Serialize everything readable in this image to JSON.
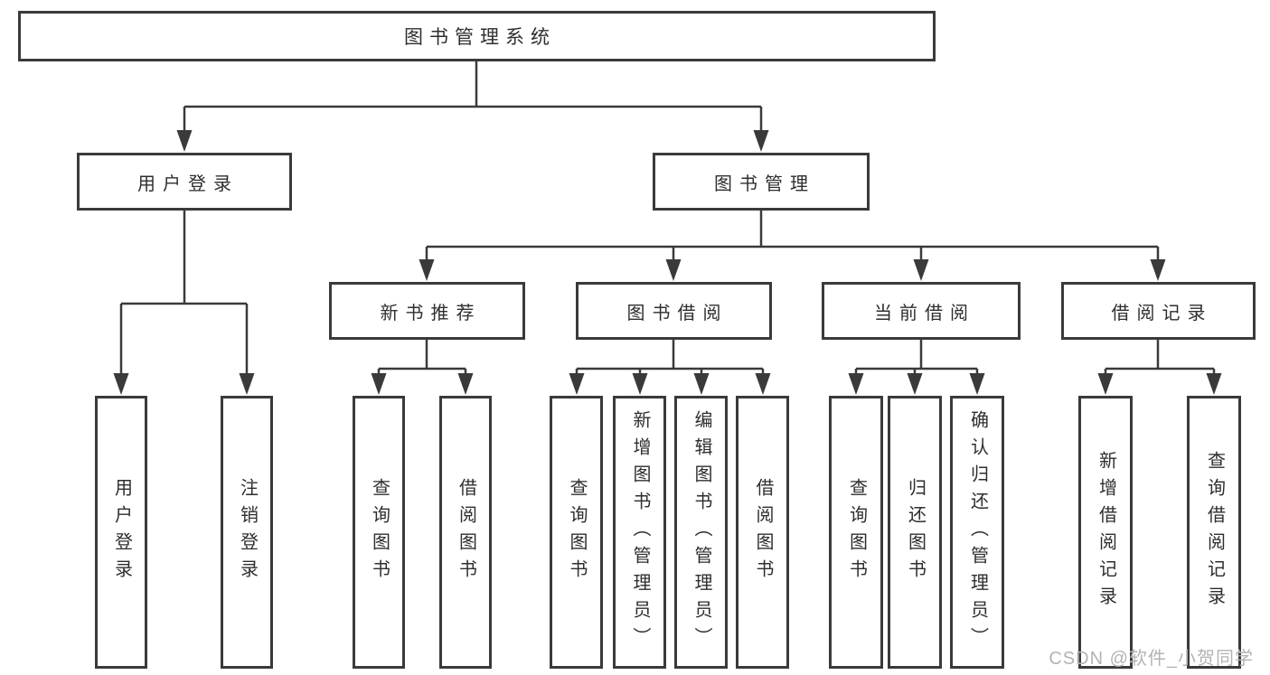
{
  "tree": {
    "root": {
      "label": "图书管理系统"
    },
    "user": {
      "label": "用户登录",
      "children": [
        {
          "label": "用户登录"
        },
        {
          "label": "注销登录"
        }
      ]
    },
    "mgmt": {
      "label": "图书管理",
      "sections": [
        {
          "label": "新书推荐",
          "children": [
            {
              "label": "查询图书"
            },
            {
              "label": "借阅图书"
            }
          ]
        },
        {
          "label": "图书借阅",
          "children": [
            {
              "label": "查询图书"
            },
            {
              "label": "新增图书（管理员）"
            },
            {
              "label": "编辑图书（管理员）"
            },
            {
              "label": "借阅图书"
            }
          ]
        },
        {
          "label": "当前借阅",
          "children": [
            {
              "label": "查询图书"
            },
            {
              "label": "归还图书"
            },
            {
              "label": "确认归还（管理员）"
            }
          ]
        },
        {
          "label": "借阅记录",
          "children": [
            {
              "label": "新增借阅记录"
            },
            {
              "label": "查询借阅记录"
            }
          ]
        }
      ]
    }
  },
  "watermark": "CSDN @软件_小贺同学",
  "colors": {
    "line": "#3a3a3a",
    "box_border": "#3a3a3a",
    "text": "#2e2e2e",
    "watermark": "#b3b3b3",
    "background": "#ffffff"
  }
}
